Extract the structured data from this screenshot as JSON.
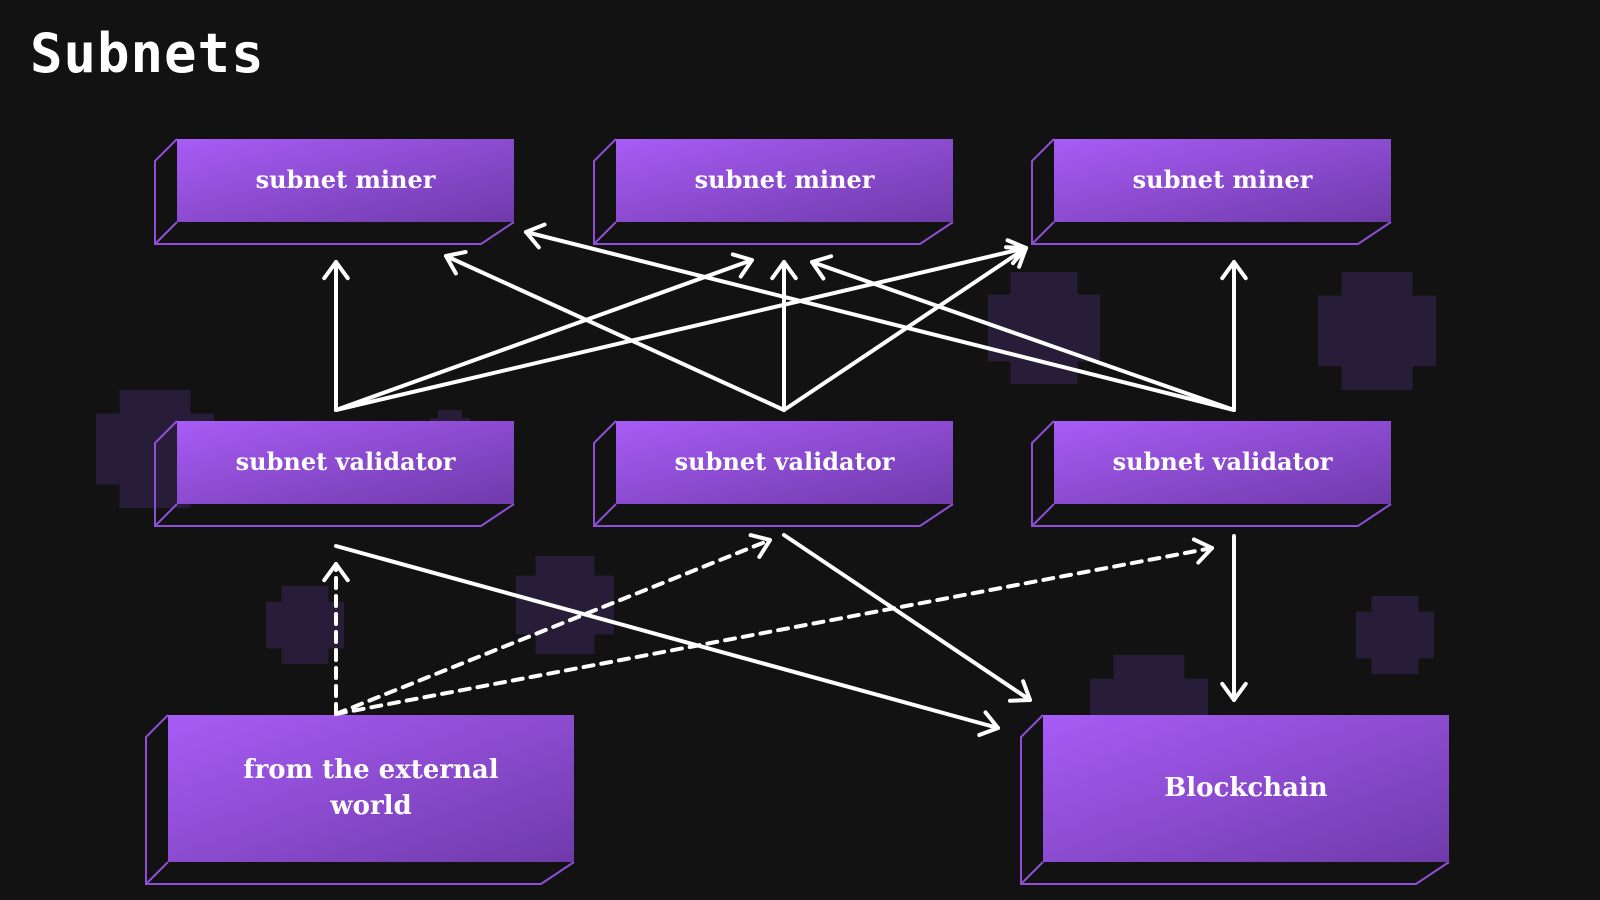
{
  "title": "Subnets",
  "colors": {
    "background": "#121212",
    "box_light": "#a85cf5",
    "box_dark": "#6f3aaa",
    "outline": "#8e4fd6",
    "arrow": "#ffffff",
    "decor": "#2a1f3d"
  },
  "nodes": {
    "miner_1": "subnet miner",
    "miner_2": "subnet miner",
    "miner_3": "subnet miner",
    "validator_1": "subnet validator",
    "validator_2": "subnet validator",
    "validator_3": "subnet validator",
    "external": "from the external world",
    "blockchain": "Blockchain"
  },
  "edges": [
    {
      "from": "validator_1",
      "to": "miner_1",
      "style": "solid"
    },
    {
      "from": "validator_1",
      "to": "miner_2",
      "style": "solid"
    },
    {
      "from": "validator_1",
      "to": "miner_3",
      "style": "solid"
    },
    {
      "from": "validator_2",
      "to": "miner_1",
      "style": "solid"
    },
    {
      "from": "validator_2",
      "to": "miner_2",
      "style": "solid"
    },
    {
      "from": "validator_2",
      "to": "miner_3",
      "style": "solid"
    },
    {
      "from": "validator_3",
      "to": "miner_1",
      "style": "solid"
    },
    {
      "from": "validator_3",
      "to": "miner_2",
      "style": "solid"
    },
    {
      "from": "validator_3",
      "to": "miner_3",
      "style": "solid"
    },
    {
      "from": "external",
      "to": "validator_1",
      "style": "dashed"
    },
    {
      "from": "external",
      "to": "validator_2",
      "style": "dashed"
    },
    {
      "from": "external",
      "to": "validator_3",
      "style": "dashed"
    },
    {
      "from": "validator_1",
      "to": "blockchain",
      "style": "solid"
    },
    {
      "from": "validator_2",
      "to": "blockchain",
      "style": "solid"
    },
    {
      "from": "validator_3",
      "to": "blockchain",
      "style": "solid"
    }
  ]
}
